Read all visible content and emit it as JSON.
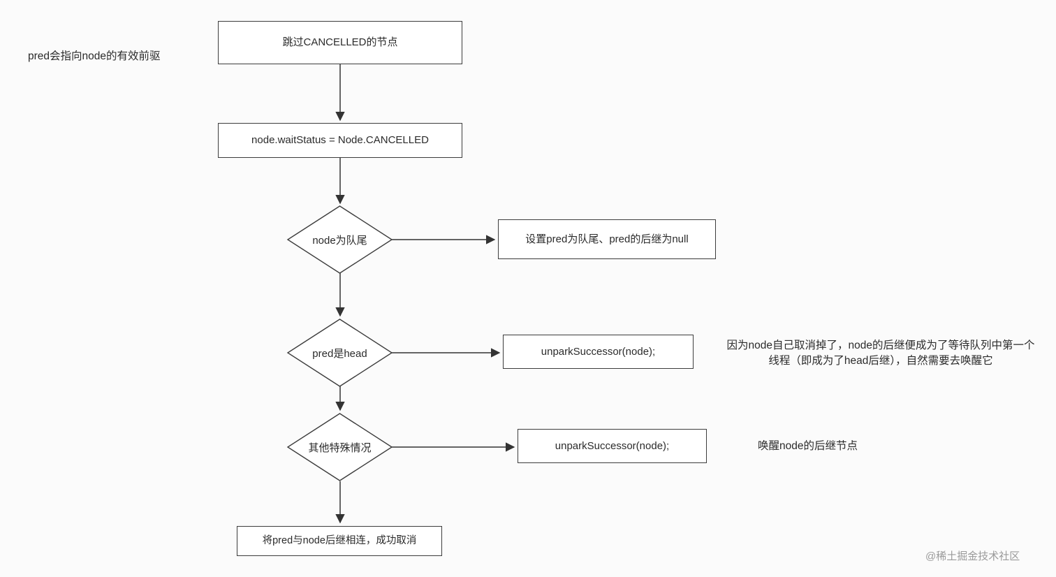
{
  "page": {
    "background_color": "#fbfbfb",
    "line_color": "#333333"
  },
  "flowchart": {
    "nodes": {
      "box_skip": {
        "label": "跳过CANCELLED的节点"
      },
      "box_waitstatus": {
        "label": "node.waitStatus = Node.CANCELLED"
      },
      "diamond_tail": {
        "label": "node为队尾"
      },
      "box_set_pred_tail": {
        "label": "设置pred为队尾、pred的后继为null"
      },
      "diamond_pred_head": {
        "label": "pred是head"
      },
      "box_unpark1": {
        "label": "unparkSuccessor(node);"
      },
      "diamond_other": {
        "label": "其他特殊情况"
      },
      "box_unpark2": {
        "label": "unparkSuccessor(node);"
      },
      "box_connect": {
        "label": "将pred与node后继相连，成功取消"
      }
    },
    "annotations": {
      "pred_note": "pred会指向node的有效前驱",
      "unpark_note": "因为node自己取消掉了，node的后继便成为了等待队列中第一个线程（即成为了head后继），自然需要去唤醒它",
      "wake_note": "唤醒node的后继节点"
    },
    "watermark": "@稀土掘金技术社区"
  }
}
